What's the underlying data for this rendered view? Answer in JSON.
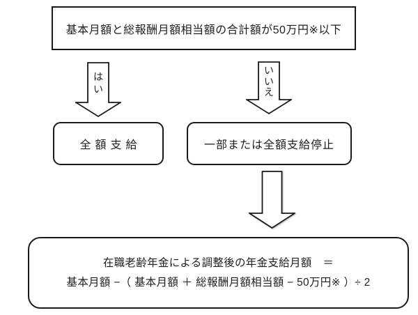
{
  "flowchart": {
    "condition_box": {
      "text": "基本月額と総報酬月額相当額の合計額が50万円※以下"
    },
    "yes_label": "はい",
    "no_label": "いいえ",
    "yes_result_box": {
      "text": "全額支給"
    },
    "no_result_box": {
      "text": "一部または全額支給停止"
    },
    "formula_box": {
      "line1": "在職老齢年金による調整後の年金支給月額　＝",
      "line2": "基本月額 −（ 基本月額 ＋ 総報酬月額相当額 − 50万円※ ）÷ 2"
    },
    "icons": {
      "yes_arrow": "block-arrow-down",
      "no_arrow": "block-arrow-down",
      "flow_arrow": "block-arrow-down"
    },
    "colors": {
      "border": "#1a1a1a",
      "text": "#1f1f1f",
      "background": "#ffffff"
    }
  }
}
